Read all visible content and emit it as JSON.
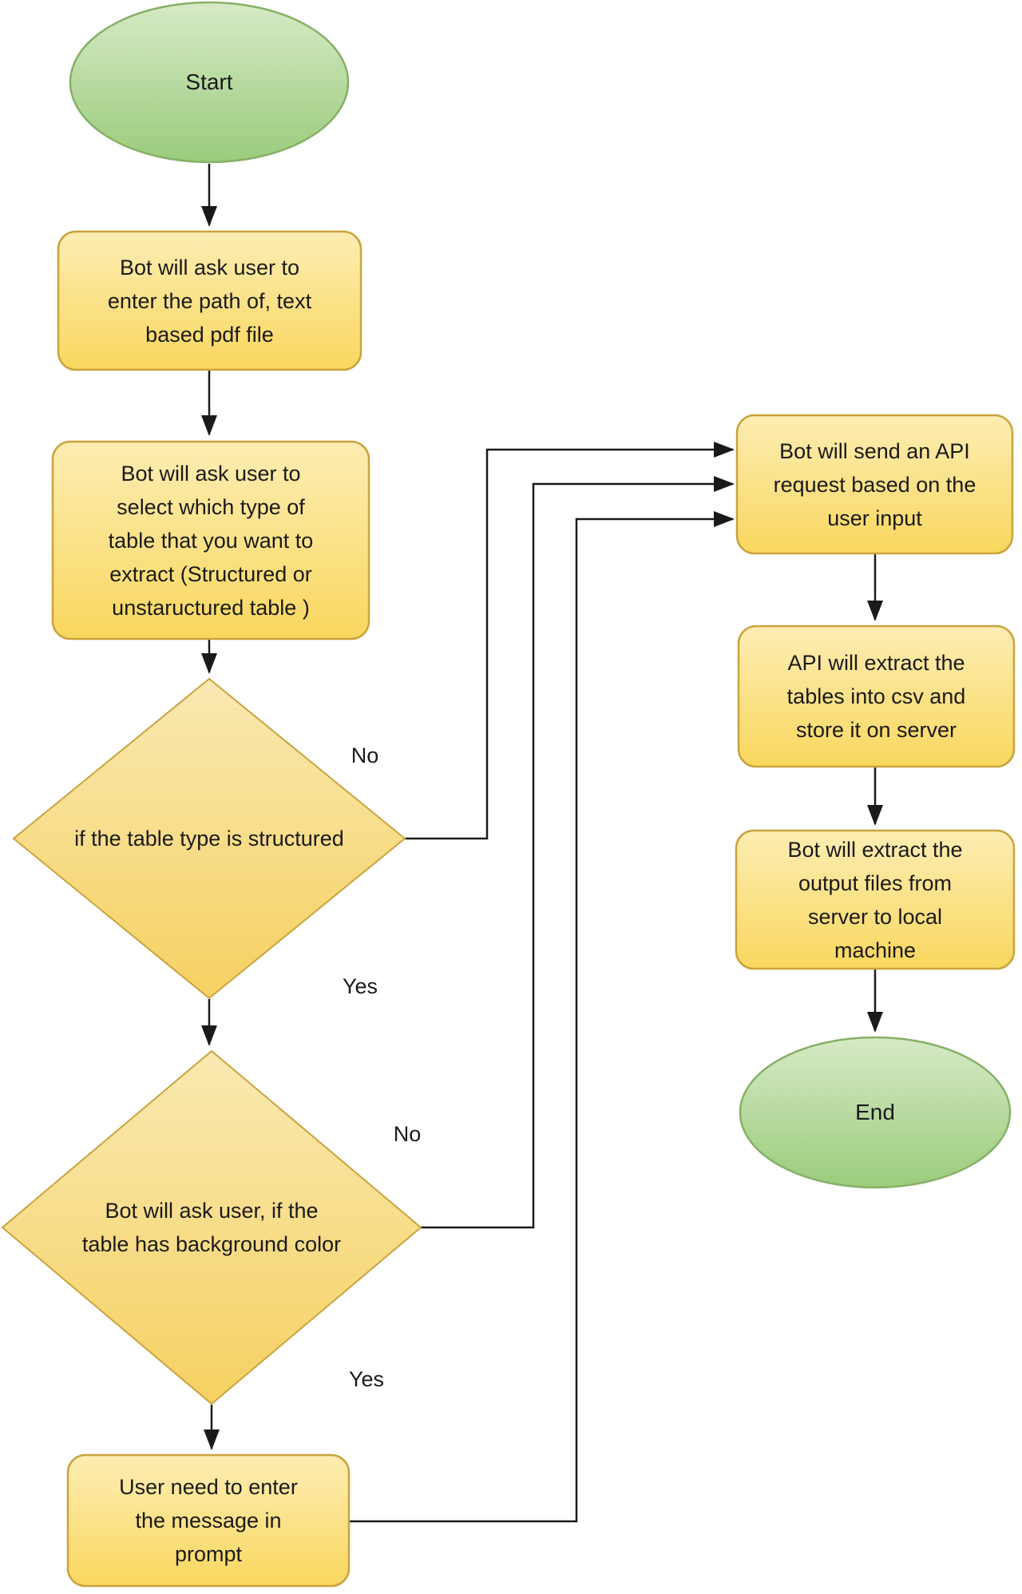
{
  "nodes": {
    "start": {
      "label": "Start"
    },
    "ask_path": {
      "label": "Bot will ask user to\nenter the path of, text\nbased pdf file"
    },
    "ask_table_type": {
      "label": "Bot will ask user to\nselect which type of\ntable that you want to\nextract (Structured or\nunstaructured table )"
    },
    "decision_structured": {
      "label": "if the table type is structured"
    },
    "decision_background": {
      "label": "Bot will ask user, if the\ntable has background color"
    },
    "enter_prompt": {
      "label": "User need to enter\nthe message in\nprompt"
    },
    "api_request": {
      "label": "Bot will send an API\nrequest based on the\nuser input"
    },
    "api_extract": {
      "label": "API will extract the\ntables into csv and\nstore it on server"
    },
    "bot_extract": {
      "label": "Bot will extract the\noutput files from\nserver to local\nmachine"
    },
    "end": {
      "label": "End"
    }
  },
  "edge_labels": {
    "structured_no": "No",
    "structured_yes": "Yes",
    "background_no": "No",
    "background_yes": "Yes"
  },
  "colors": {
    "green_fill_top": "#d6e9c6",
    "green_fill_bottom": "#9bcc7c",
    "green_border": "#86b066",
    "yellow_fill_top": "#fdedb3",
    "yellow_fill_bottom": "#f9d75f",
    "yellow_soft_top": "#f9e9b2",
    "yellow_soft_bottom": "#f6d162",
    "yellow_border": "#c9a33d",
    "connector": "#1a1a1a",
    "text": "#1a1a1a"
  }
}
